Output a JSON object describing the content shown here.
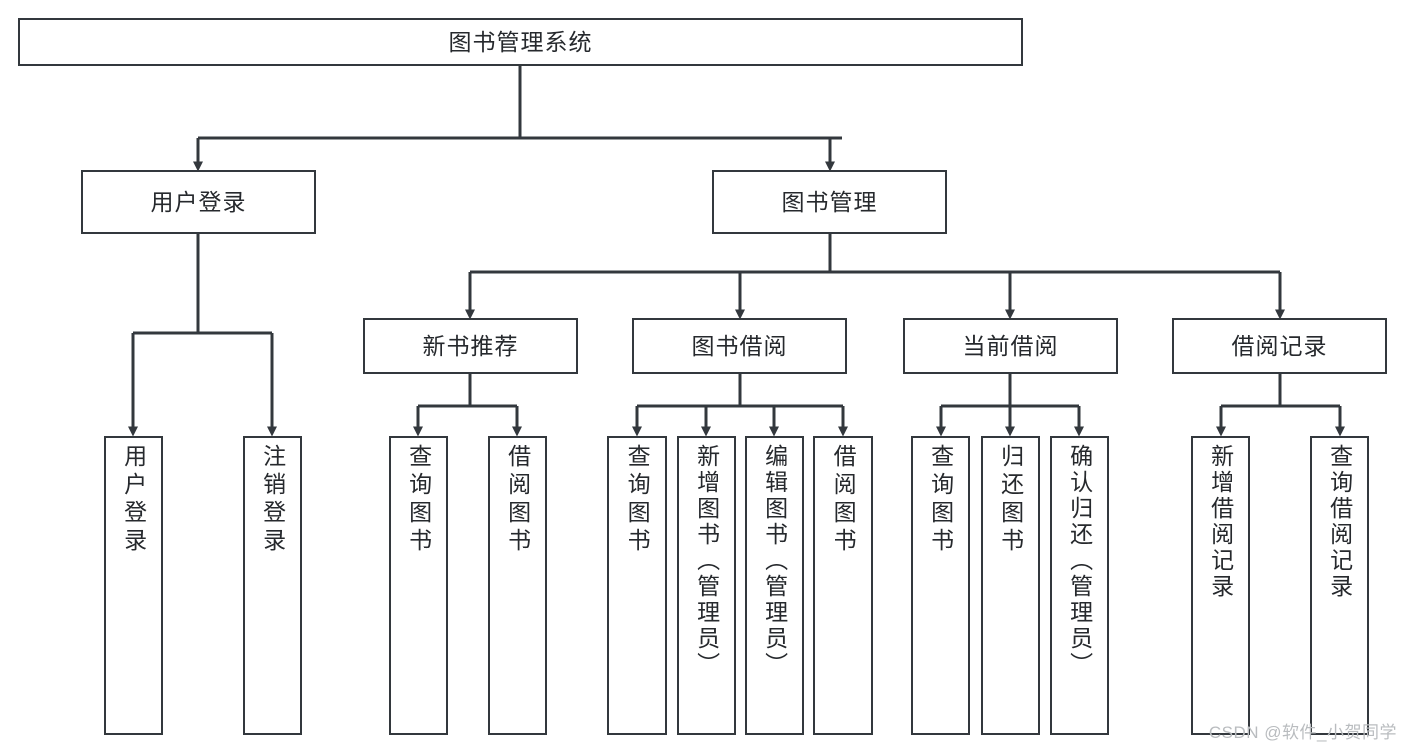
{
  "diagram": {
    "title": "图书管理系统",
    "type": "tree-hierarchy",
    "stroke_color": "#33383d",
    "fill_color": "#ffffff",
    "text_color": "#26292d"
  },
  "root": {
    "label": "图书管理系统"
  },
  "level2": [
    {
      "label": "用户登录"
    },
    {
      "label": "图书管理"
    }
  ],
  "level3": [
    {
      "label": "新书推荐"
    },
    {
      "label": "图书借阅"
    },
    {
      "label": "当前借阅"
    },
    {
      "label": "借阅记录"
    }
  ],
  "leaves": {
    "user_login": [
      {
        "label": "用户登录"
      },
      {
        "label": "注销登录"
      }
    ],
    "new_book": [
      {
        "label": "查询图书"
      },
      {
        "label": "借阅图书"
      }
    ],
    "book_borrow": [
      {
        "label": "查询图书"
      },
      {
        "label": "新增图书（管理员）"
      },
      {
        "label": "编辑图书（管理员）"
      },
      {
        "label": "借阅图书"
      }
    ],
    "current_borrow": [
      {
        "label": "查询图书"
      },
      {
        "label": "归还图书"
      },
      {
        "label": "确认归还（管理员）"
      }
    ],
    "borrow_record": [
      {
        "label": "新增借阅记录"
      },
      {
        "label": "查询借阅记录"
      }
    ]
  },
  "watermark": {
    "text": "CSDN @软件_小贺同学"
  }
}
